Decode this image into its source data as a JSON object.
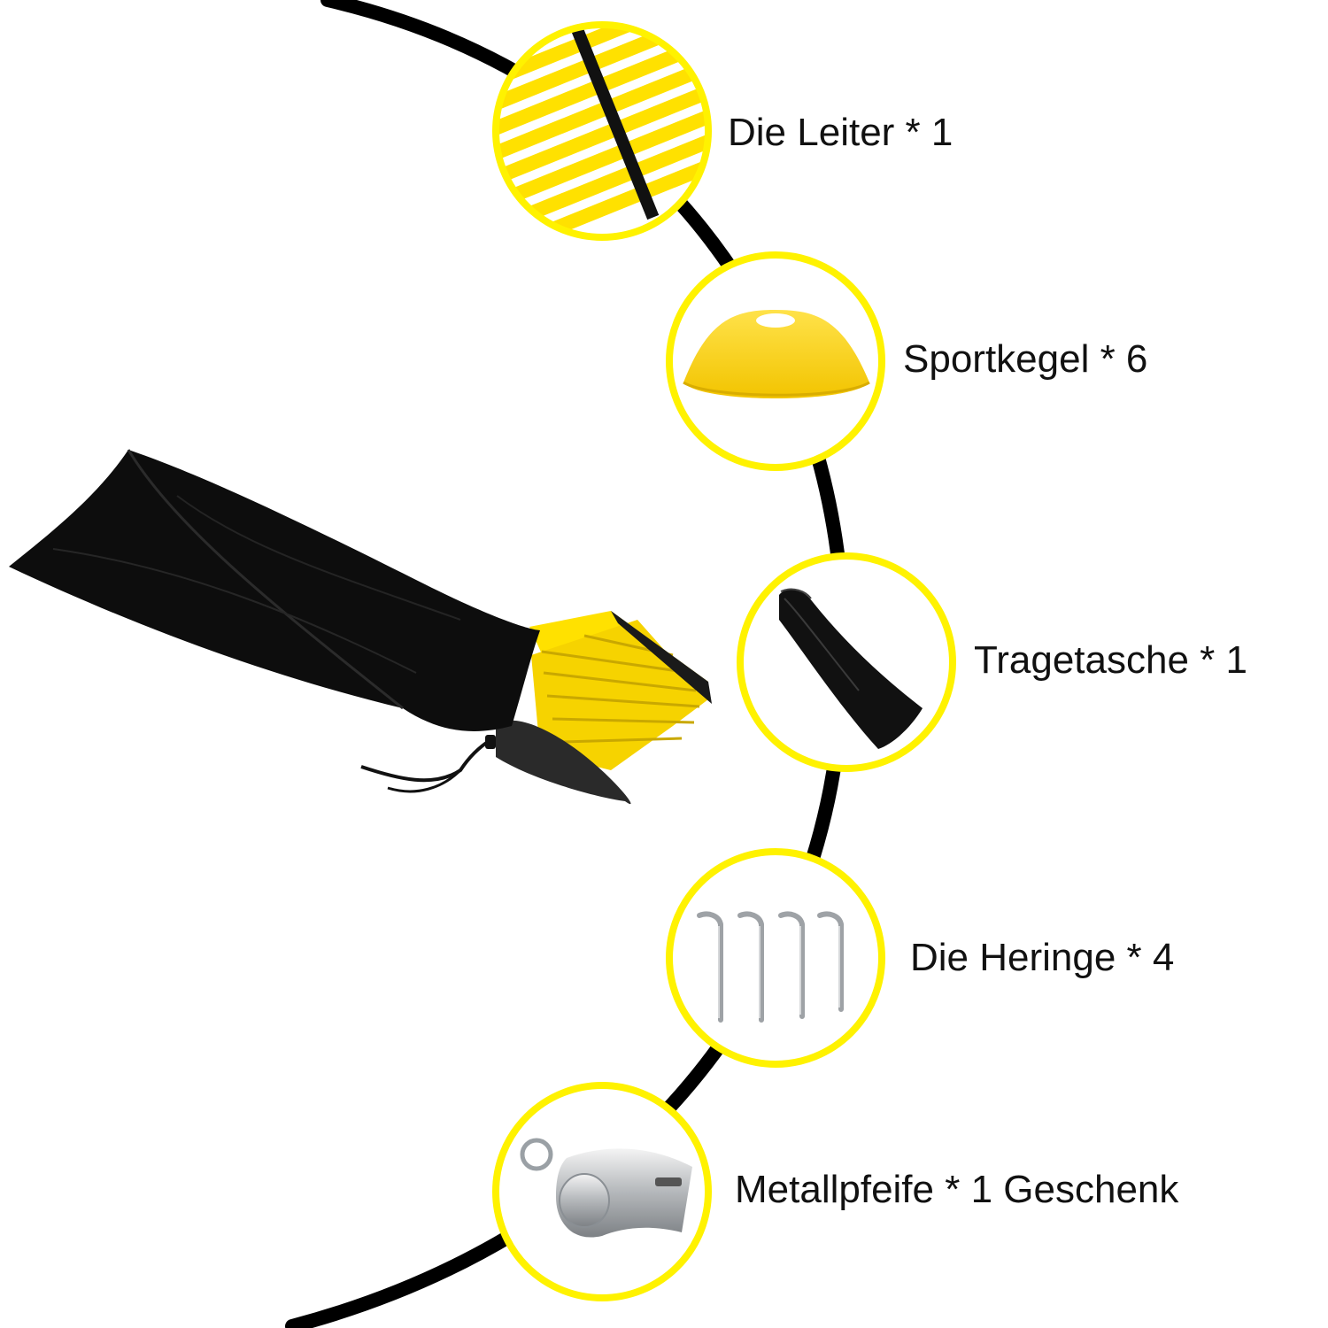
{
  "accent_color": "#fff200",
  "arc_color": "#000000",
  "items": [
    {
      "label": "Die Leiter * 1",
      "icon": "agility-ladder-icon"
    },
    {
      "label": "Sportkegel * 6",
      "icon": "cone-icon"
    },
    {
      "label": "Tragetasche * 1",
      "icon": "carry-bag-icon"
    },
    {
      "label": "Die Heringe * 4",
      "icon": "ground-pegs-icon"
    },
    {
      "label": "Metallpfeife * 1 Geschenk",
      "icon": "metal-whistle-icon"
    }
  ],
  "main_image": "bag-with-ladder-illustration"
}
